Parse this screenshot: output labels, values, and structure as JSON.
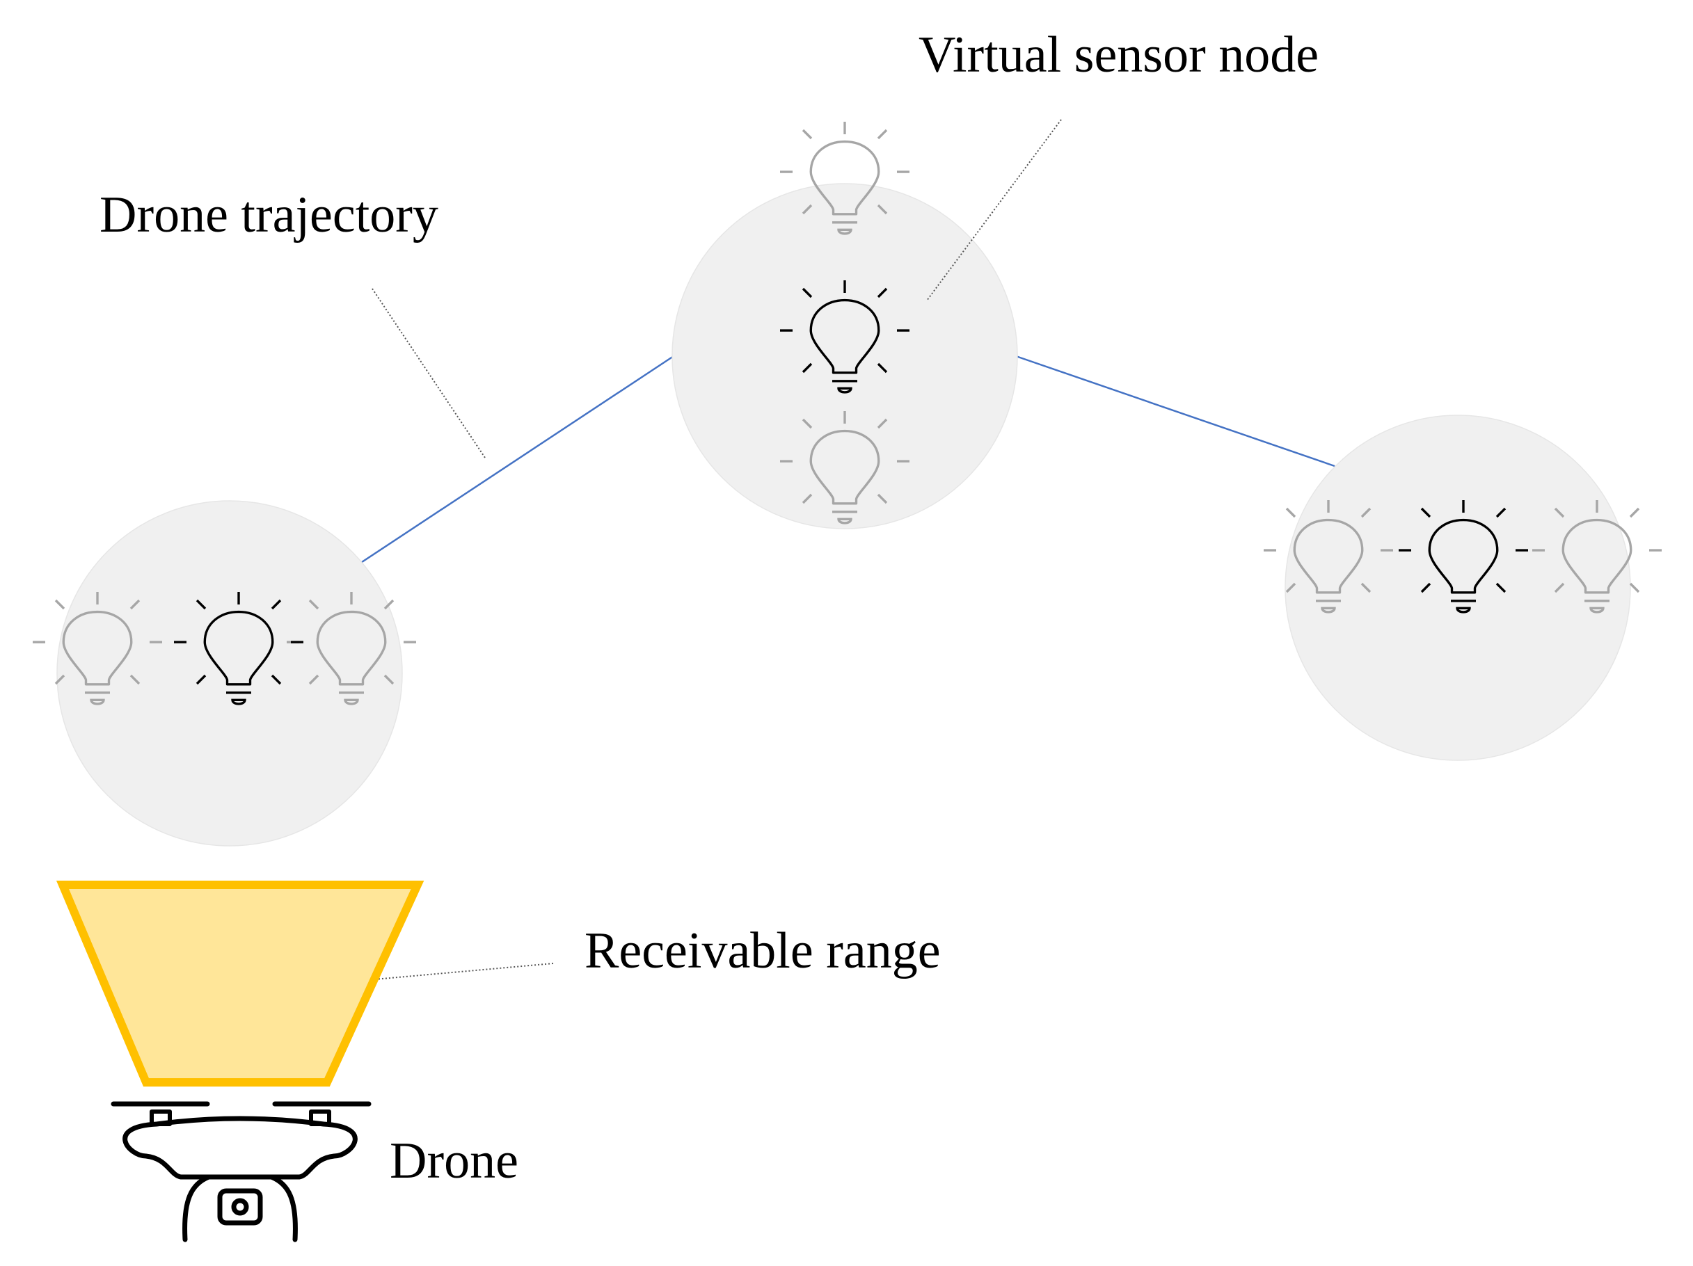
{
  "labels": {
    "virtual_sensor_node": "Virtual sensor node",
    "drone_trajectory": "Drone trajectory",
    "receivable_range": "Receivable range",
    "drone": "Drone"
  },
  "colors": {
    "trajectory_line": "#4472c4",
    "node_area": "#f0f0f0",
    "active_bulb": "#000000",
    "inactive_bulb": "#a6a6a6",
    "range_fill": "#ffe699",
    "range_stroke": "#ffc000",
    "leader_line": "#555555"
  },
  "icons": {
    "sensor": "lightbulb-icon",
    "vehicle": "drone-icon"
  }
}
